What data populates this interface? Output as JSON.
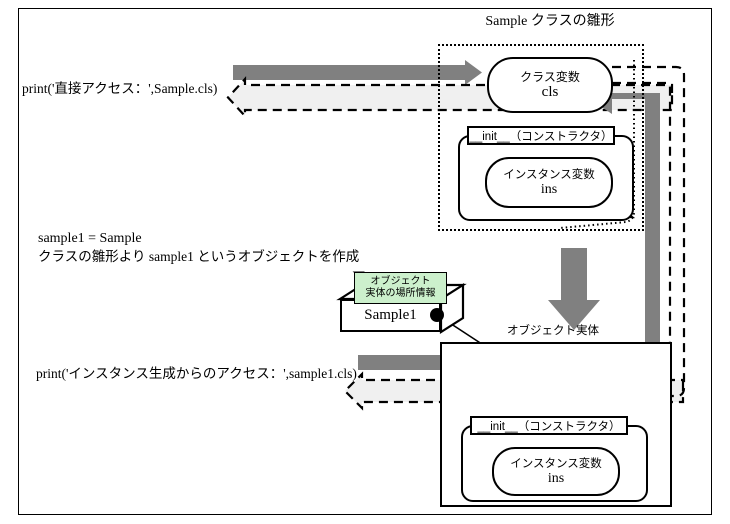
{
  "diagram": {
    "title": "Sample クラスの雛形",
    "colors": {
      "gray_arrow": "#808080",
      "dashed_arrow_fill": "#f0f0f0",
      "callout_green": "#ccf0cc",
      "outline": "#000000",
      "background": "#ffffff"
    }
  },
  "class_template": {
    "class_variable": {
      "label": "クラス変数",
      "name": "cls"
    },
    "constructor": {
      "label": "__init__（コンストラクタ）"
    },
    "instance_variable": {
      "label": "インスタンス変数",
      "name": "ins"
    }
  },
  "object_instance": {
    "caption": "オブジェクト実体",
    "constructor": {
      "label": "__init__（コンストラクタ）"
    },
    "instance_variable": {
      "label": "インスタンス変数",
      "name": "ins"
    }
  },
  "object_reference": {
    "callout_line1": "オブジェクト",
    "callout_line2": "実体の場所情報",
    "box_label": "Sample1"
  },
  "code": {
    "print_direct": "print('直接アクセス：',Sample.cls)",
    "assign_line1": "sample1 = Sample",
    "assign_line2": "クラスの雛形より sample1 というオブジェクトを作成",
    "print_instance": "print('インスタンス生成からのアクセス：',sample1.cls)"
  }
}
